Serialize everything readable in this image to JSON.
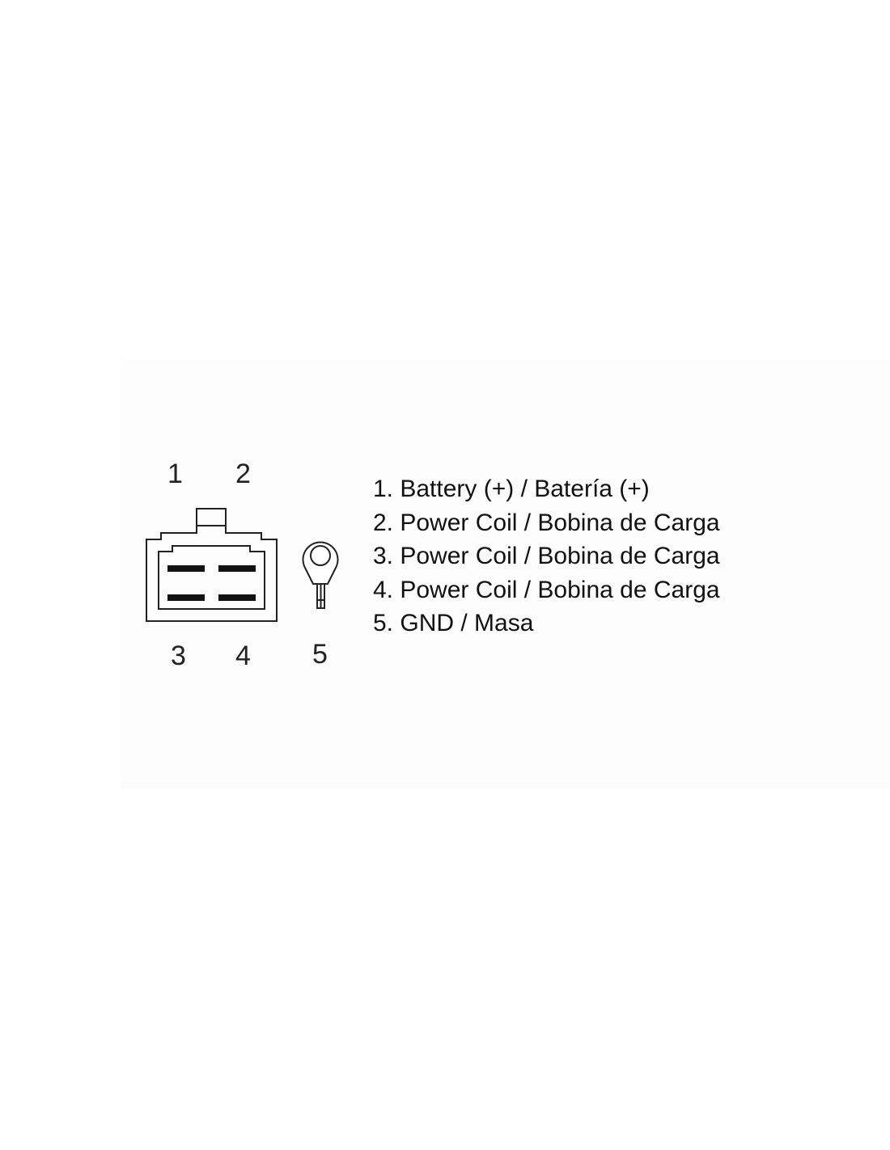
{
  "pin_labels": {
    "p1": "1",
    "p2": "2",
    "p3": "3",
    "p4": "4",
    "p5": "5"
  },
  "legend": [
    "1. Battery (+) / Batería (+)",
    "2. Power Coil / Bobina de Carga",
    "3. Power Coil / Bobina de Carga",
    "4. Power Coil / Bobina de Carga",
    "5. GND / Masa"
  ]
}
